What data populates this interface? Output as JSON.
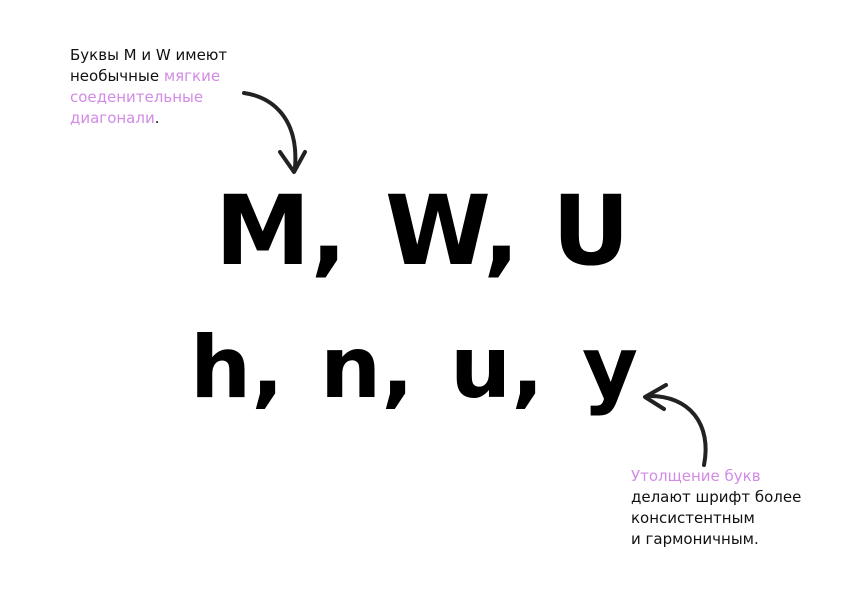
{
  "annotation_top": {
    "before": "Буквы M и W имеют",
    "line2_plain": "необычные ",
    "line2_highlight": "мягкие",
    "line3_highlight": "соеденительные",
    "line4_highlight": "диагонали",
    "line4_plain": "."
  },
  "annotation_bottom": {
    "line1_highlight": "Утолщение букв",
    "line2": "делают шрифт более",
    "line3": "консистентным",
    "line4": "и гармоничным."
  },
  "glyphs_upper": [
    "M,",
    "W,",
    "U"
  ],
  "glyphs_lower": [
    "h,",
    "n,",
    "u,",
    "y"
  ],
  "colors": {
    "highlight": "#d28be6",
    "text": "#111111",
    "glyph": "#000000"
  }
}
